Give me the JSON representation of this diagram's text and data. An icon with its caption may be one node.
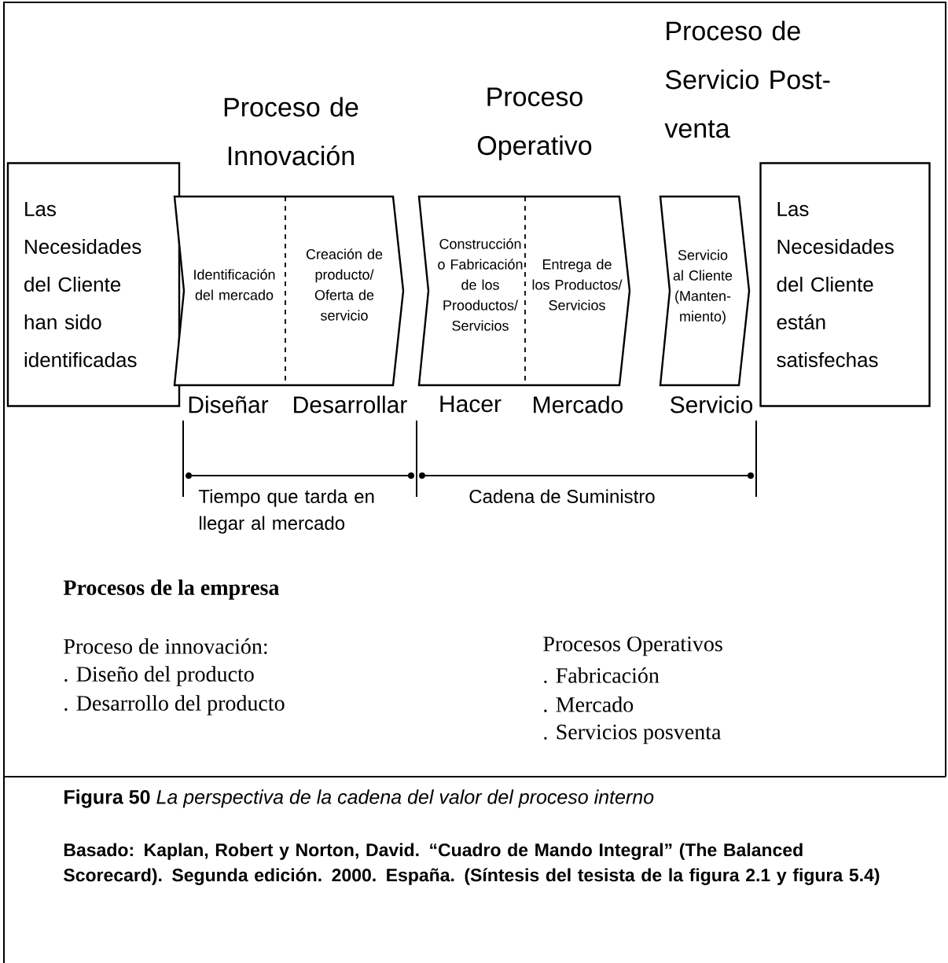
{
  "diagram": {
    "caption": "**Figura 50** *La perspectiva de la cadena del valor del proceso interno*",
    "nodes": [
      {
        "text": [
          "Las Necesidades del Cliente han sido identificadas"
        ]
      },
      {
        "text": [
          "Proceso de Innovación"
        ]
      },
      {
        "text": [
          "Identificación del mercado"
        ],
        "in": 1
      },
      {
        "text": [
          "Creación de producto/ Oferta de servicio"
        ],
        "in": 1
      },
      {
        "text": [
          "Proceso Operativo"
        ]
      },
      {
        "text": [
          "Construcción o Fabricación de los Prooductos/ Servicios"
        ],
        "in": 4
      },
      {
        "text": [
          "Entrega de los Productos/ Servicios"
        ],
        "in": 4
      },
      {
        "text": [
          "Proceso de Servicio Post-venta",
          "Servicio al Cliente (Manten- miento)"
        ],
        "beside": [
          "Servicio"
        ]
      },
      {
        "text": [
          "Las Necesidades del Cliente están satisfechas"
        ]
      }
    ],
    "labels": [
      "Diseñar",
      "Desarrollar",
      "Hacer",
      "Mercado",
      "Tiempo que tarda en llegar al mercado",
      "Cadena de Suministro",
      "Procesos de la empresa",
      "Proceso de innovación:",
      ". Diseño del producto",
      ". Desarrollo del producto",
      "Procesos Operativos",
      ". Fabricación",
      ". Mercado",
      ". Servicios posventa",
      "Basado: Kaplan, Robert y Norton, David. “Cuadro de Mando Integral” (The Balanced Scorecard). Segunda edición. 2000. España. (Síntesis del tesista de la figura 2.1 y figura 5.4)"
    ]
  }
}
